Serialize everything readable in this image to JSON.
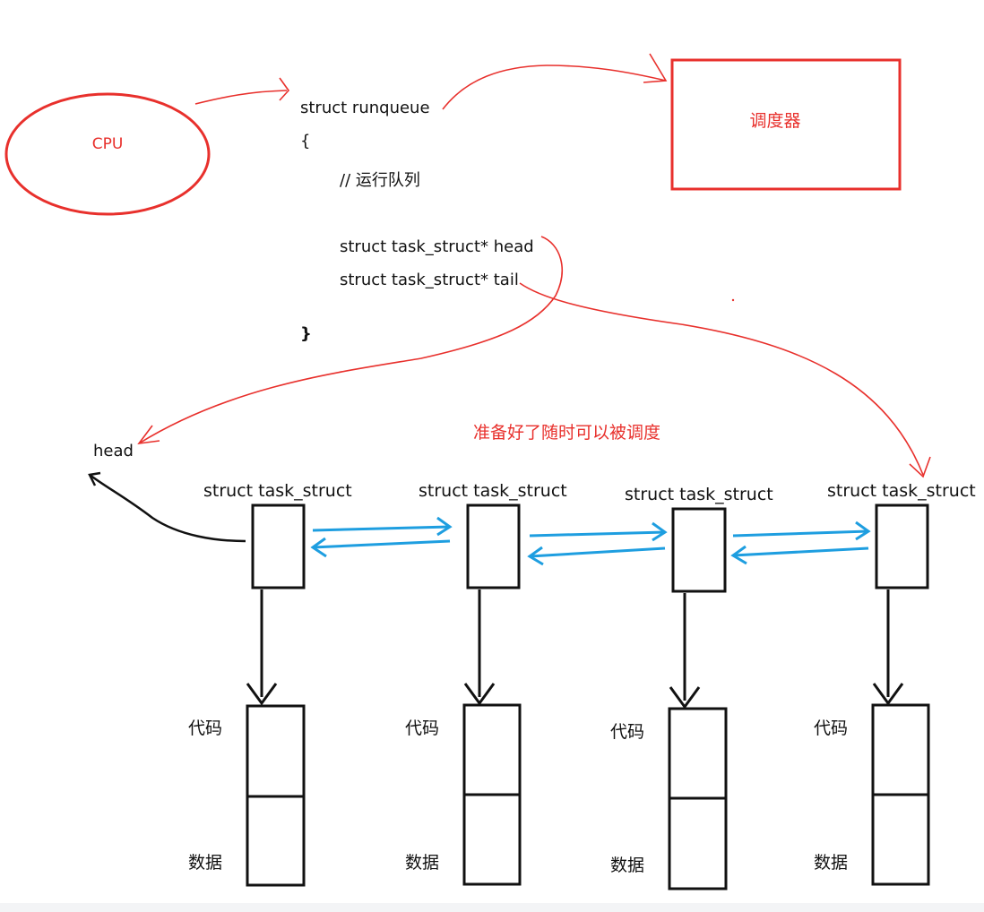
{
  "cpu": {
    "label": "CPU"
  },
  "scheduler": {
    "label": "调度器"
  },
  "runqueue": {
    "line1": "struct runqueue",
    "line2": "{",
    "comment": "// 运行队列",
    "head": "struct task_struct* head",
    "tail": "struct task_struct* tail",
    "close": "}"
  },
  "head_label": "head",
  "annotation": "准备好了随时可以被调度",
  "task_structs": [
    {
      "label": "struct task_struct",
      "code": "代码",
      "data": "数据"
    },
    {
      "label": "struct task_struct",
      "code": "代码",
      "data": "数据"
    },
    {
      "label": "struct task_struct",
      "code": "代码",
      "data": "数据"
    },
    {
      "label": "struct task_struct",
      "code": "代码",
      "data": "数据"
    }
  ],
  "colors": {
    "red": "#e8302c",
    "blue": "#1e9ee0",
    "black": "#111111"
  }
}
